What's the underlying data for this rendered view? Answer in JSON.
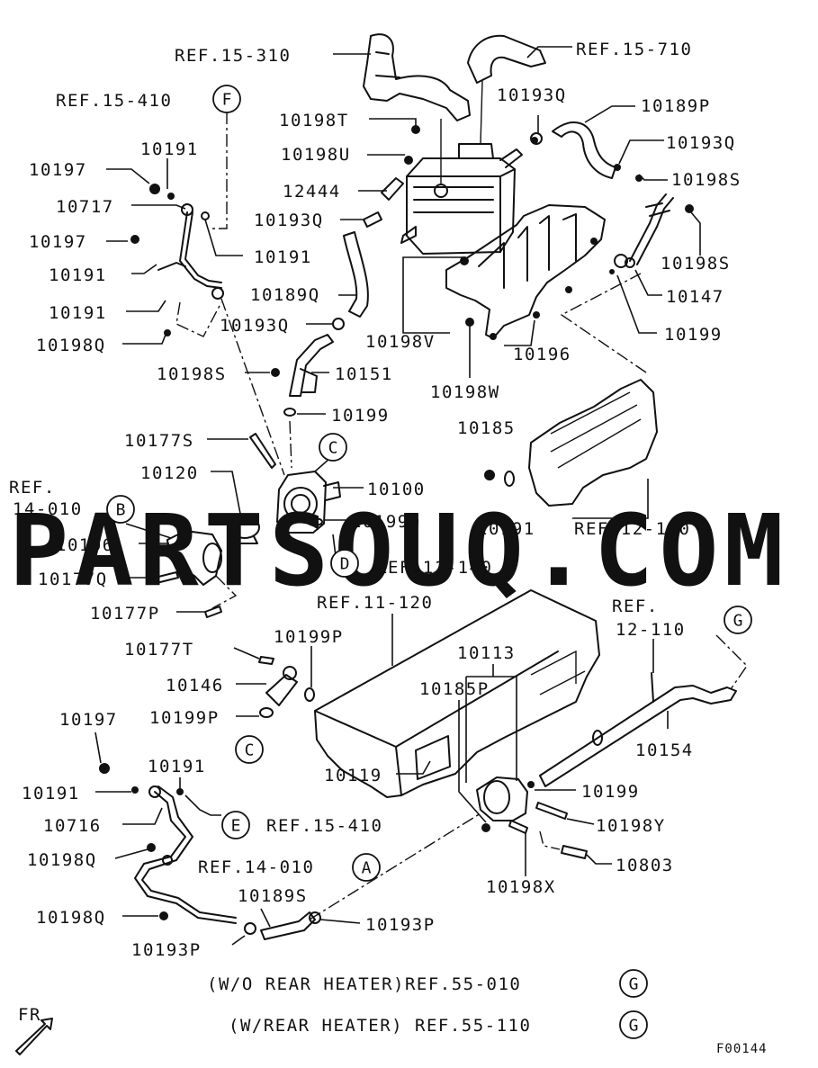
{
  "watermark": "PARTSOUQ.COM",
  "parts": {
    "ref_15_310": "REF.15-310",
    "ref_15_710": "REF.15-710",
    "ref_15_410_top": "REF.15-410",
    "p10193q_a": "10193Q",
    "p10189p": "10189P",
    "p10198t": "10198T",
    "p10193q_b": "10193Q",
    "p10191_a": "10191",
    "p10198u": "10198U",
    "p10197_a": "10197",
    "p10198s_a": "10198S",
    "p12444": "12444",
    "p10717": "10717",
    "p10193q_c": "10193Q",
    "p10197_b": "10197",
    "p10191_b": "10191",
    "p10198s_b": "10198S",
    "p10191_c": "10191",
    "p10189q": "10189Q",
    "p10147": "10147",
    "p10191_d": "10191",
    "p10193q_d": "10193Q",
    "p10199_a": "10199",
    "p10198v": "10198V",
    "p10196": "10196",
    "p10198q_a": "10198Q",
    "p10198s_c": "10198S",
    "p10151": "10151",
    "p10198w": "10198W",
    "p10199_b": "10199",
    "p10185": "10185",
    "p10177s": "10177S",
    "p10120": "10120",
    "p10100": "10100",
    "ref_14_010_label": "REF.",
    "ref_14_010_num": "14-010",
    "p10199q": "10199Q",
    "p10191_e": "10191",
    "ref_12_110_a": "REF.12-110",
    "p10106": "10106",
    "ref_11_140": "REF.11-140",
    "p10177q": "10177Q",
    "p10177p": "10177P",
    "ref_11_120": "REF.11-120",
    "ref_12_110_b_label": "REF.",
    "ref_12_110_b_num": "12-110",
    "p10177t": "10177T",
    "p10199p_a": "10199P",
    "p10113": "10113",
    "p10146": "10146",
    "p10185p": "10185P",
    "p10197_c": "10197",
    "p10199p_b": "10199P",
    "p10154": "10154",
    "p10191_f": "10191",
    "p10119": "10119",
    "p10199_c": "10199",
    "p10191_g": "10191",
    "ref_15_410_bottom": "REF.15-410",
    "p10716": "10716",
    "p10198y": "10198Y",
    "p10198q_b": "10198Q",
    "ref_14_010_bottom": "REF.14-010",
    "p10803": "10803",
    "p10189s": "10189S",
    "p10198x": "10198X",
    "p10198q_c": "10198Q",
    "p10193p_a": "10193P",
    "p10193p_b": "10193P",
    "note_wo_rear_heater": "(W/O REAR HEATER)REF.55-010",
    "note_w_rear_heater": "(W/REAR HEATER) REF.55-110",
    "direction": "FR",
    "figure_code": "F00144"
  },
  "callouts": {
    "F": "F",
    "C_top": "C",
    "B": "B",
    "D": "D",
    "G_right": "G",
    "C_bottom": "C",
    "E": "E",
    "A": "A",
    "G_note1": "G",
    "G_note2": "G"
  }
}
